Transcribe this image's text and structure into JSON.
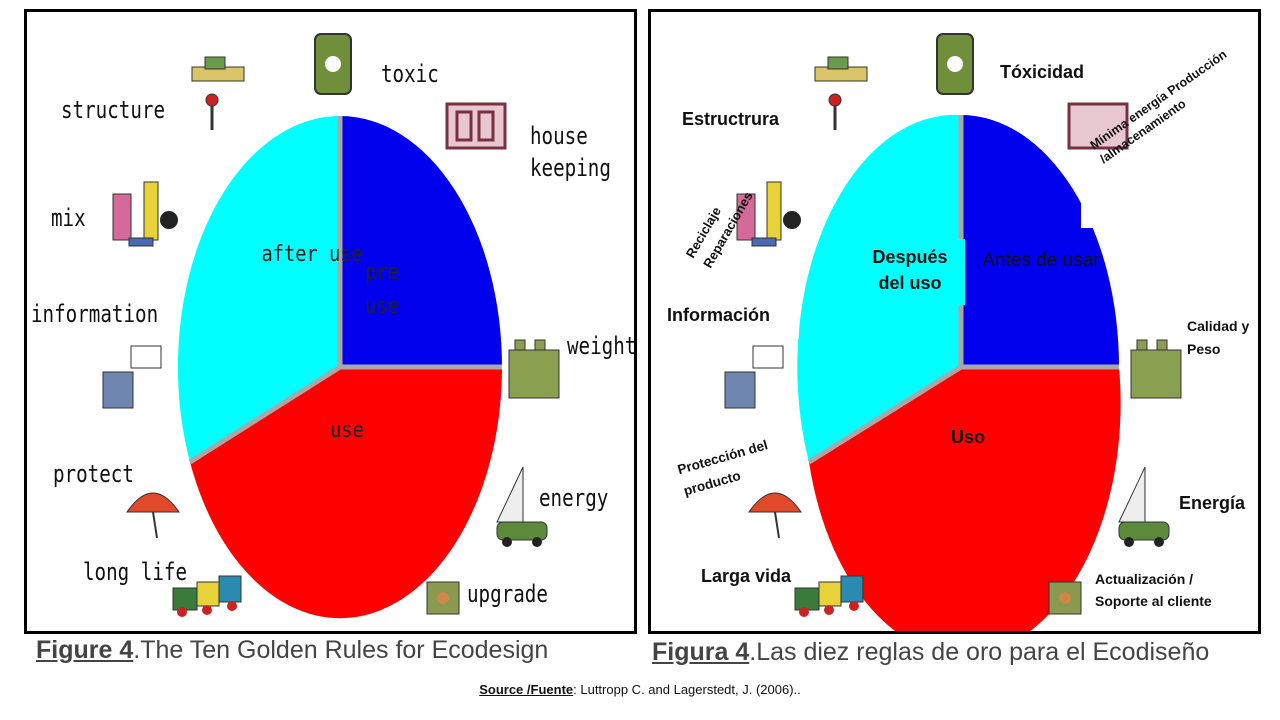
{
  "left_figure": {
    "sectors": {
      "after_use": "after use",
      "pre_use": "pre use",
      "use": "use"
    },
    "rules": {
      "structure": "structure",
      "toxic": "toxic",
      "housekeeping": "house keeping",
      "mix": "mix",
      "information": "information",
      "weight": "weight",
      "protect": "protect",
      "energy": "energy",
      "long_life": "long life",
      "upgrade": "upgrade"
    },
    "caption_figure": "Figure 4",
    "caption_text": ".The Ten Golden Rules for Ecodesign"
  },
  "right_figure": {
    "sectors": {
      "after_use": "Después del uso",
      "pre_use": "Antes de usar",
      "use": "Uso"
    },
    "rules": {
      "structure": "Estructrura",
      "toxic": "Tóxicidad",
      "housekeeping": "Mínima energía Producción /almacenamiento",
      "mix": "Reciclaje Reparaciones",
      "information": "Información",
      "weight": "Calidad y Peso",
      "protect": "Protección del producto",
      "energy": "Energía",
      "long_life": "Larga vida",
      "upgrade": "Actualización / Soporte al cliente"
    },
    "caption_figure": "Figura 4",
    "caption_text": ".Las diez reglas de oro para el Ecodiseño"
  },
  "source": {
    "label": "Source /Fuente",
    "text": ":  Luttropp C. and  Lagerstedt, J. (2006).."
  },
  "colors": {
    "pre_use": "#0000ee",
    "after_use": "#00ffff",
    "use": "#ff0000",
    "divider": "#a8a8a8"
  }
}
